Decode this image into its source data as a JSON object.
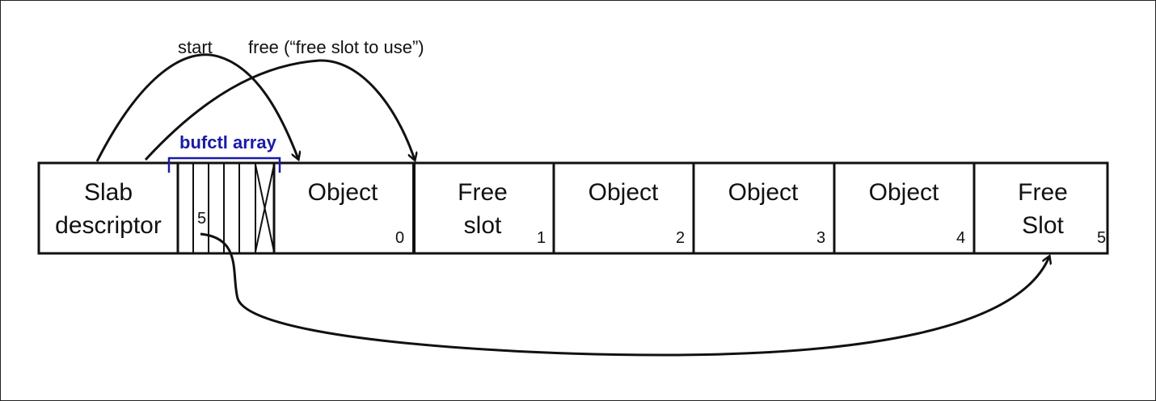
{
  "labels": {
    "start": "start",
    "free": "free (“free slot to use”)",
    "bufctl": "bufctl array",
    "bufctl_value": "5"
  },
  "cells": [
    {
      "line1": "Slab",
      "line2": "descriptor",
      "index": ""
    },
    {
      "line1": "Object",
      "line2": "",
      "index": "0"
    },
    {
      "line1": "Free",
      "line2": "slot",
      "index": "1"
    },
    {
      "line1": "Object",
      "line2": "",
      "index": "2"
    },
    {
      "line1": "Object",
      "line2": "",
      "index": "3"
    },
    {
      "line1": "Object",
      "line2": "",
      "index": "4"
    },
    {
      "line1": "Free",
      "line2": "Slot",
      "index": "5"
    }
  ],
  "colors": {
    "bracket": "#1a1aa8",
    "stroke": "#111111"
  }
}
